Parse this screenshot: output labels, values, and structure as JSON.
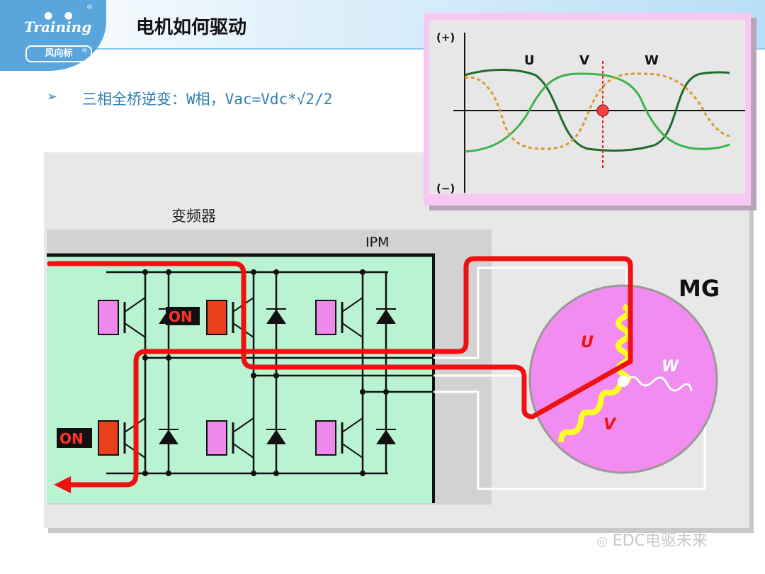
{
  "header": {
    "logo_text": "Training",
    "logo_sub": "风向标",
    "logo_mark": "®",
    "title": "电机如何驱动"
  },
  "bullet": {
    "arrow": "➢",
    "text": "三相全桥逆变：W相，Vac=Vdc*√2/2"
  },
  "diagram": {
    "inverter_label": "变频器",
    "ipm_label": "IPM",
    "on_label_top": "ON",
    "on_label_bottom": "ON",
    "motor_label": "MG",
    "phase_u": "U",
    "phase_v": "V",
    "phase_w": "W"
  },
  "waveform": {
    "plus_label": "(+)",
    "minus_label": "(−)",
    "phase_u": "U",
    "phase_v": "V",
    "phase_w": "W"
  },
  "watermark": "EDC电驱未来",
  "colors": {
    "current_path": "#ee1111",
    "ipm_fill": "#b9f3d1",
    "igbt_off": "#ee88ea",
    "igbt_on": "#e8401c",
    "motor_fill": "#f28cf0",
    "coil_active": "#ffff22",
    "title_blue": "#2f7fb5"
  }
}
